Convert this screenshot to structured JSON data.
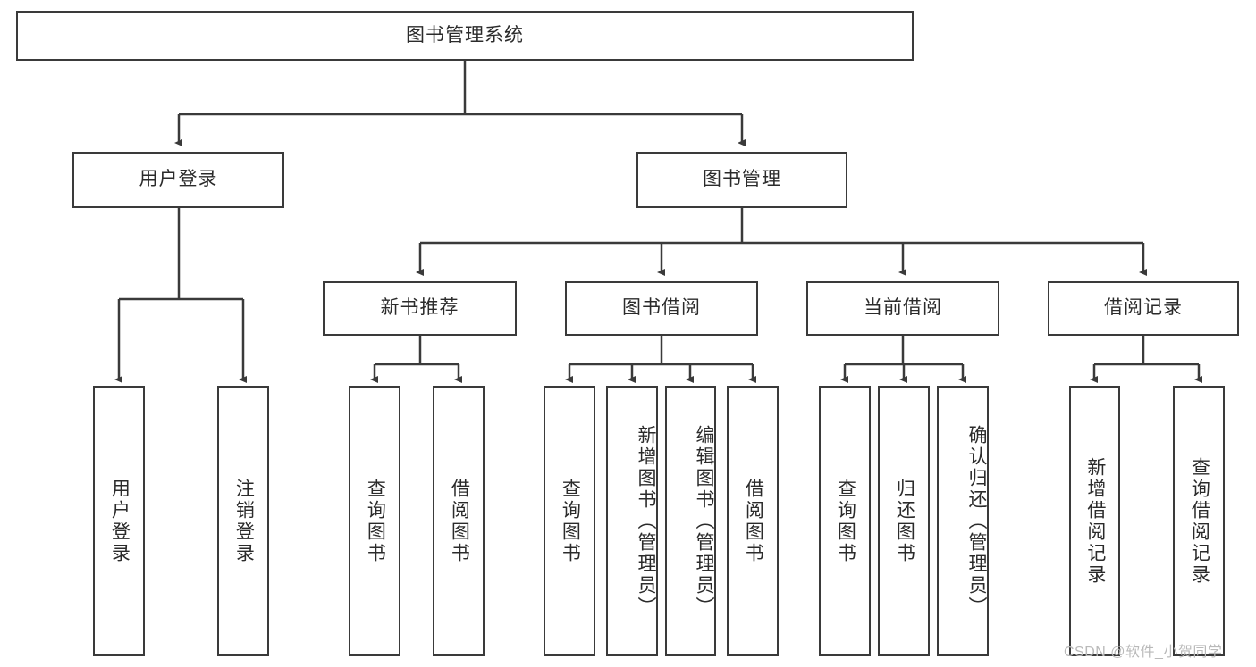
{
  "diagram": {
    "title": "图书管理系统",
    "type": "tree-hierarchy",
    "root": {
      "label": "图书管理系统"
    },
    "level1": [
      {
        "label": "用户登录"
      },
      {
        "label": "图书管理"
      }
    ],
    "level2": [
      {
        "label": "新书推荐"
      },
      {
        "label": "图书借阅"
      },
      {
        "label": "当前借阅"
      },
      {
        "label": "借阅记录"
      }
    ],
    "leaves_user_login": [
      {
        "label": "用户登录"
      },
      {
        "label": "注销登录"
      }
    ],
    "leaves_new_book": [
      {
        "label": "查询图书"
      },
      {
        "label": "借阅图书"
      }
    ],
    "leaves_borrow": [
      {
        "label": "查询图书"
      },
      {
        "label": "新增图书（管理员）"
      },
      {
        "label": "编辑图书（管理员）"
      },
      {
        "label": "借阅图书"
      }
    ],
    "leaves_current": [
      {
        "label": "查询图书"
      },
      {
        "label": "归还图书"
      },
      {
        "label": "确认归还（管理员）"
      }
    ],
    "leaves_records": [
      {
        "label": "新增借阅记录"
      },
      {
        "label": "查询借阅记录"
      }
    ]
  },
  "watermark": {
    "text": "CSDN @软件_小贺同学"
  },
  "colors": {
    "stroke": "#3a3a3a",
    "text": "#2b2b2b",
    "background": "#ffffff",
    "watermark": "#b9b9b9"
  }
}
